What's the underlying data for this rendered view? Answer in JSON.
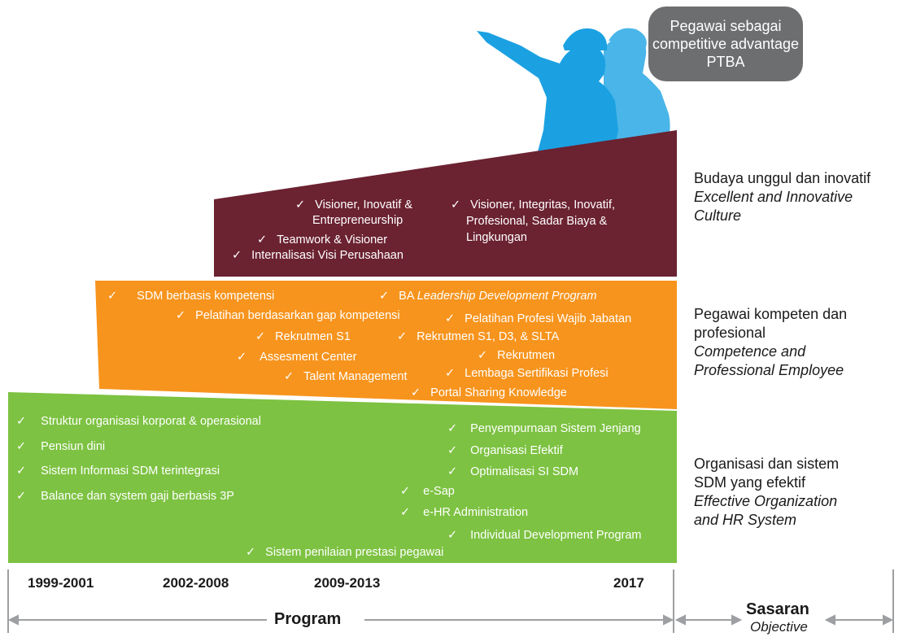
{
  "bubble": {
    "lines": [
      "Pegawai sebagai",
      "competitive advantage",
      "PTBA"
    ]
  },
  "check": "✓",
  "tier_culture": {
    "objective_id": [
      "Budaya unggul dan inovatif"
    ],
    "objective_en": [
      "Excellent and Innovative",
      "Culture"
    ],
    "items_left": [
      "Visioner, Inovatif &",
      "Entrepreneurship",
      "Teamwork & Visioner",
      "Internalisasi Visi Perusahaan"
    ],
    "items_right": [
      "Visioner, Integritas, Inovatif,",
      "Profesional, Sadar Biaya &",
      "Lingkungan"
    ]
  },
  "tier_competence": {
    "objective_id": [
      "Pegawai kompeten dan",
      "profesional"
    ],
    "objective_en": [
      "Competence and",
      "Professional Employee"
    ],
    "items": [
      "SDM berbasis kompetensi",
      "BA",
      "Leadership Development Program",
      "Pelatihan berdasarkan gap kompetensi",
      "Pelatihan Profesi Wajib Jabatan",
      "Rekrutmen S1",
      "Rekrutmen S1, D3, & SLTA",
      "Rekrutmen",
      "Assesment Center",
      "Talent Management",
      "Lembaga Sertifikasi Profesi",
      "Portal Sharing Knowledge"
    ]
  },
  "tier_organization": {
    "objective_id": [
      "Organisasi dan sistem",
      "SDM yang efektif"
    ],
    "objective_en": [
      "Effective Organization",
      "and HR System"
    ],
    "items": [
      "Struktur organisasi korporat & operasional",
      "Pensiun dini",
      "Sistem Informasi SDM terintegrasi",
      "Balance dan system gaji berbasis 3P",
      "Penyempurnaan Sistem Jenjang",
      "Organisasi Efektif",
      "Optimalisasi SI SDM",
      "e-Sap",
      "e-HR Administration",
      "Individual Development Program",
      "Sistem penilaian prestasi pegawai"
    ]
  },
  "years": [
    "1999-2001",
    "2002-2008",
    "2009-2013",
    "2017"
  ],
  "axis": {
    "program": "Program",
    "sasaran": "Sasaran",
    "objective": "Objective"
  },
  "colors": {
    "culture": "#6b2231",
    "competence": "#f7941d",
    "organization": "#7dc242",
    "bubble": "#6d6e70",
    "figure_front": "#1ba1e2",
    "figure_back": "#4ab5e8",
    "axis": "#9d9fa2"
  }
}
